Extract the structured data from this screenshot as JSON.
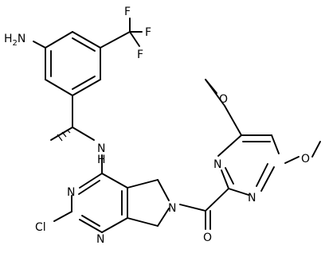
{
  "labels": {
    "amine_top": "H2N",
    "fluorine_1": "F",
    "fluorine_2": "F",
    "fluorine_3": "F",
    "amine_nh": "N",
    "amine_nh_h": "H",
    "pyrimidine_n_upper": "N",
    "pyrimidine_n_lower": "N",
    "pyrrolidine_n": "N",
    "chlorine": "Cl",
    "carbonyl_o": "O",
    "methoxy_o_top": "O",
    "methoxy_o_right": "O",
    "dmp_n_left": "N",
    "dmp_n_bottom": "N"
  }
}
